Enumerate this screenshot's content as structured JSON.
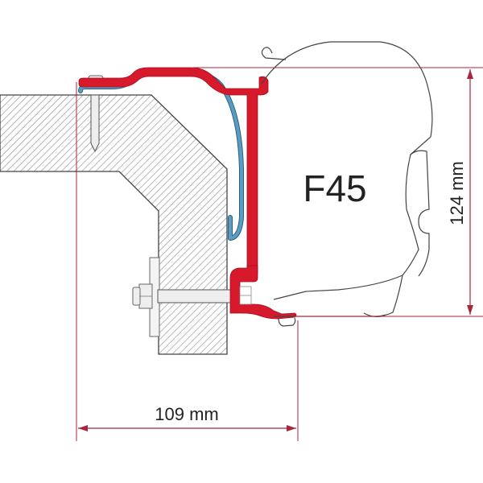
{
  "diagram": {
    "awning_model": "F45",
    "dimensions": {
      "width": "109 mm",
      "height": "124 mm"
    },
    "colors": {
      "bracket_red": "#d7192c",
      "seal_blue": "#5b9cc4",
      "dimension_line": "#a8263b",
      "hatch": "#9a9a9a",
      "outline": "#444444"
    },
    "components": [
      "wall-beam-section",
      "mounting-screw",
      "red-adapter-bracket",
      "blue-rail-seal",
      "through-bolt-with-nut",
      "awning-cassette-profile"
    ]
  }
}
